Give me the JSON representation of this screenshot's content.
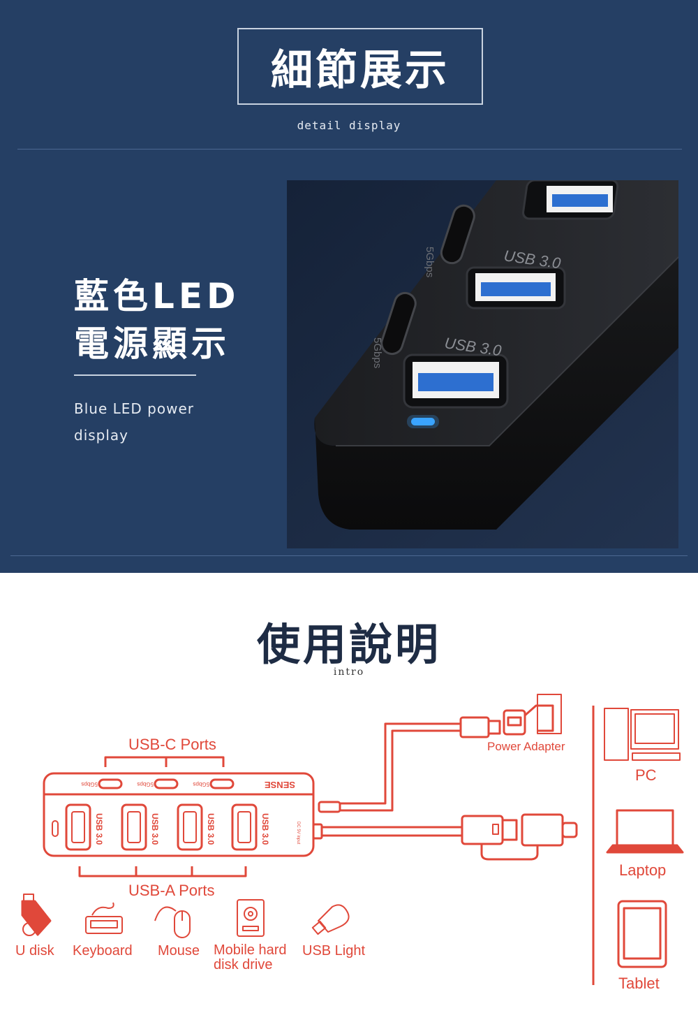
{
  "detail": {
    "title": "細節展示",
    "subtitle": "detail display"
  },
  "led": {
    "title_line1": "藍色LED",
    "title_line2": "電源顯示",
    "description": "Blue LED power display"
  },
  "photo": {
    "port_labels": [
      "USB 3.0",
      "USB 3.0"
    ],
    "speed_labels": [
      "5Gbps",
      "5Gbps"
    ]
  },
  "intro": {
    "title": "使用說明",
    "subtitle": "intro"
  },
  "hub": {
    "usb_c_ports_label": "USB-C Ports",
    "usb_a_ports_label": "USB-A Ports",
    "brand": "SENSE",
    "usb_c_speed": [
      "5Gbps",
      "5Gbps",
      "5Gbps"
    ],
    "usb_a_labels": [
      "USB 3.0",
      "USB 3.0",
      "USB 3.0",
      "USB 3.0"
    ],
    "dc_label": "DC 5V input"
  },
  "power_adapter_label": "Power Adapter",
  "devices_right": [
    "PC",
    "Laptop",
    "Tablet"
  ],
  "devices_bottom": [
    "U disk",
    "Keyboard",
    "Mouse",
    "Mobile hard disk drive",
    "USB Light"
  ],
  "colors": {
    "navy": "#253f64",
    "red": "#e0483a",
    "led_blue": "#3aa5ff"
  }
}
